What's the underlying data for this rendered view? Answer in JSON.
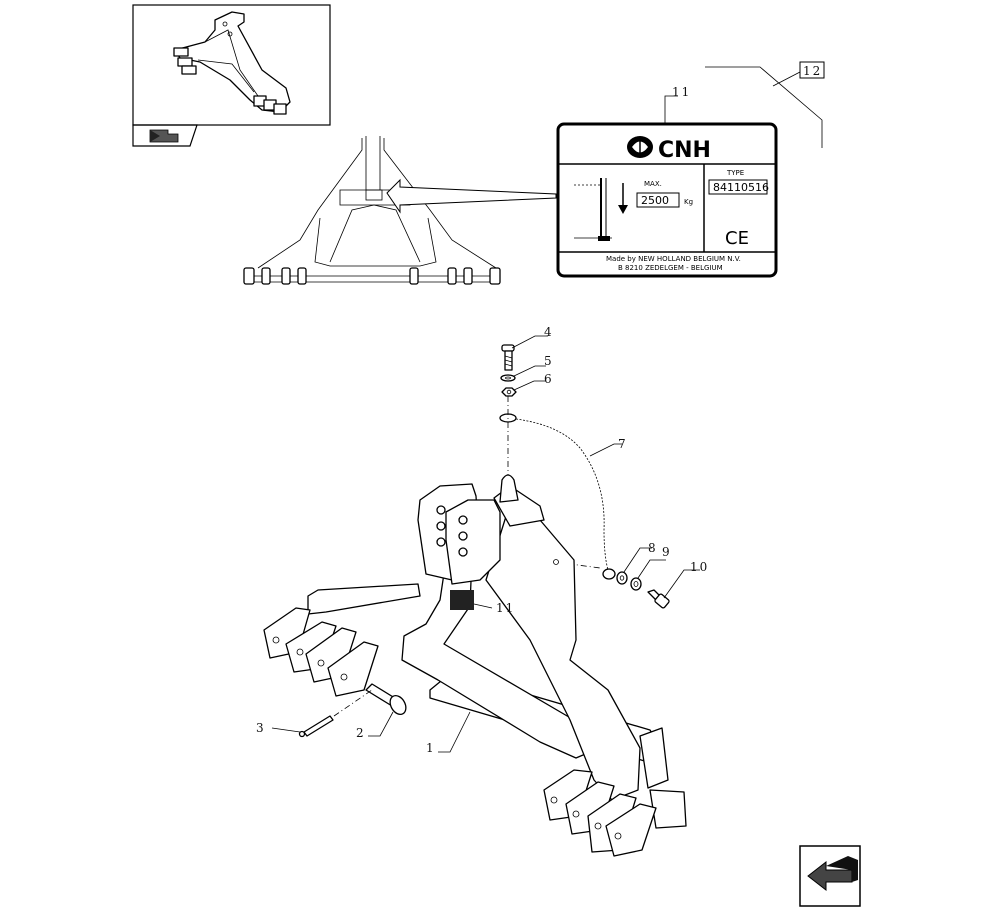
{
  "callouts": {
    "c1": "1",
    "c2": "2",
    "c3": "3",
    "c4": "4",
    "c5": "5",
    "c6": "6",
    "c7": "7",
    "c8": "8",
    "c9": "9",
    "c10": "10",
    "c11_decal": "11",
    "c11_label": "11",
    "c12": "12"
  },
  "decal": {
    "brand": "CNH",
    "max_label": "MAX.",
    "max_value": "2500",
    "unit": "Kg",
    "type_label": "TYPE",
    "type_value": "84110516",
    "ce_mark": "CE",
    "maker_line1": "Made by NEW HOLLAND BELGIUM N.V.",
    "maker_line2": "B 8210 ZEDELGEM - BELGIUM"
  },
  "icons": {
    "thumbnail": "frame-thumbnail-icon",
    "nav_prev": "previous-page-arrow-icon",
    "nav_next": "next-page-arrow-icon"
  }
}
